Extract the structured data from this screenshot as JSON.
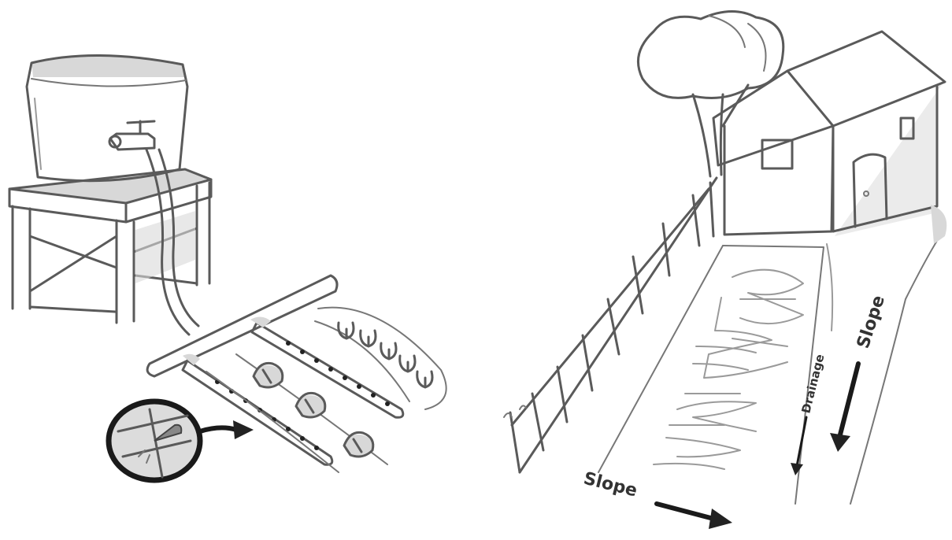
{
  "labels": {
    "slope_right": "Slope",
    "slope_bottom": "Slope",
    "drainage": "Drainage"
  },
  "colors": {
    "ink": "#5a5a5a",
    "shade": "#d8d8d8",
    "arrow": "#222222"
  }
}
